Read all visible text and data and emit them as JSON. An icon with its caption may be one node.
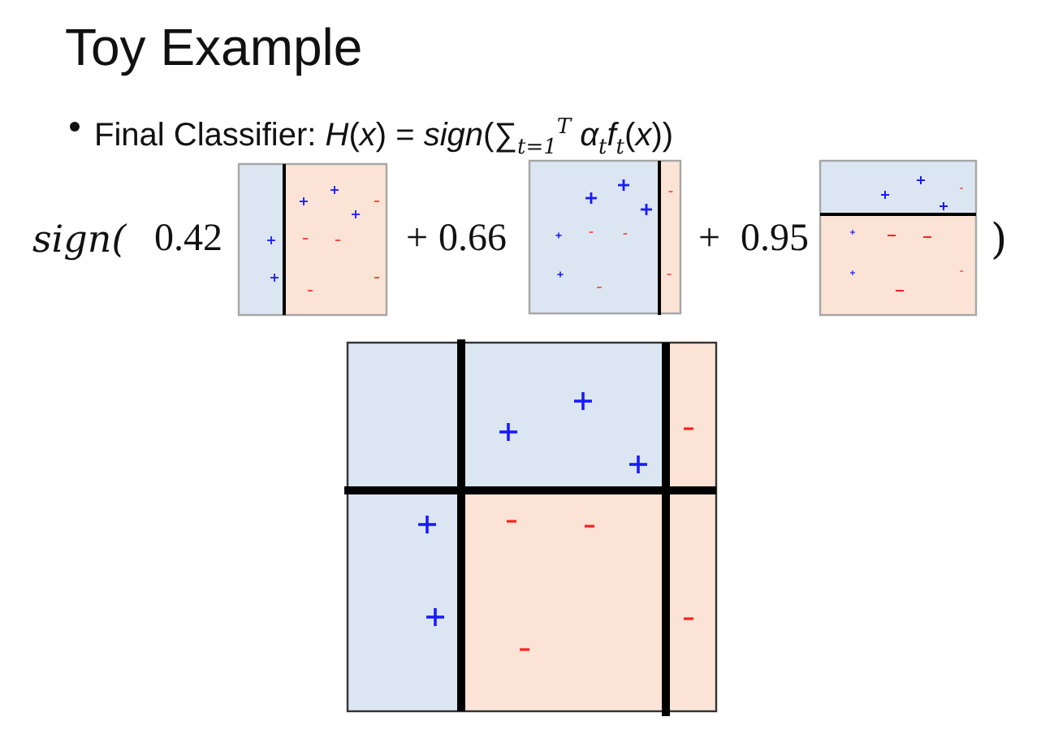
{
  "diagram": {
    "title": "Toy Example",
    "labels": [
      "Final Classifier: *H*(*x*) = *sign*(∑$_{t=1}$$^{T}$ *α*$_{t}$*f*$_{t}$(*x*))",
      "sign(",
      "0.42",
      "+",
      "0.66",
      "+",
      "0.95",
      ")"
    ]
  }
}
